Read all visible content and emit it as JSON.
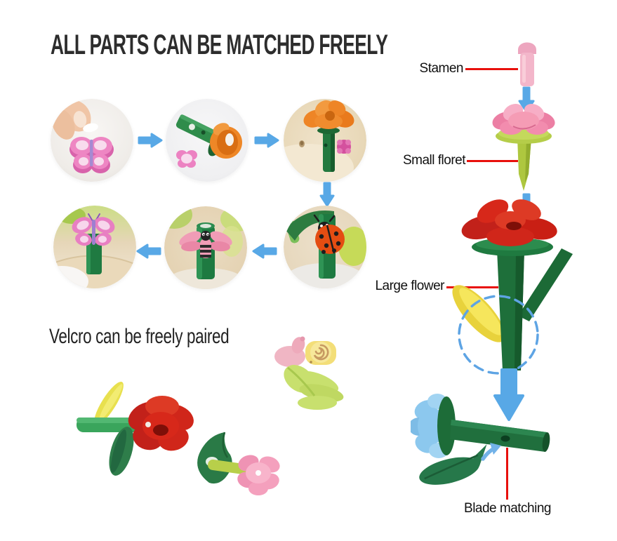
{
  "title": "ALL PARTS CAN BE MATCHED FREELY",
  "velcro": {
    "title": "Velcro can be freely paired"
  },
  "assembly": {
    "labels": {
      "stamen": "Stamen",
      "small_floret": "Small floret",
      "large_flower": "Large flower",
      "blade_matching": "Blade matching"
    },
    "parts": [
      "stamen-piece",
      "small-floret-piece",
      "large-flower-piece",
      "connection-highlight",
      "blue-flower-stem-piece",
      "leaf-piece"
    ]
  },
  "steps": {
    "flow": [
      "right",
      "right",
      "down",
      "left",
      "left"
    ],
    "items": [
      {
        "icon": "fingers-press-velcro-on-pink-butterfly"
      },
      {
        "icon": "green-stem-connector-with-orange-flower"
      },
      {
        "icon": "orange-flower-assembled-on-stem"
      },
      {
        "icon": "ladybug-attached-to-stem"
      },
      {
        "icon": "pink-bee-attached-to-stem"
      },
      {
        "icon": "pink-butterfly-attached-to-stem"
      }
    ]
  },
  "colors": {
    "accent-blue": "#58a8e6",
    "pointer-red": "#e8100c",
    "title-text": "#2d2d2d",
    "label-text": "#111111",
    "stem-green": "#1e7a41",
    "leaf-yellow": "#eed847",
    "flower-red": "#d0261a",
    "flower-pink": "#f3a1bd",
    "flower-blue": "#8cc8ee",
    "flower-orange": "#ee8727"
  }
}
